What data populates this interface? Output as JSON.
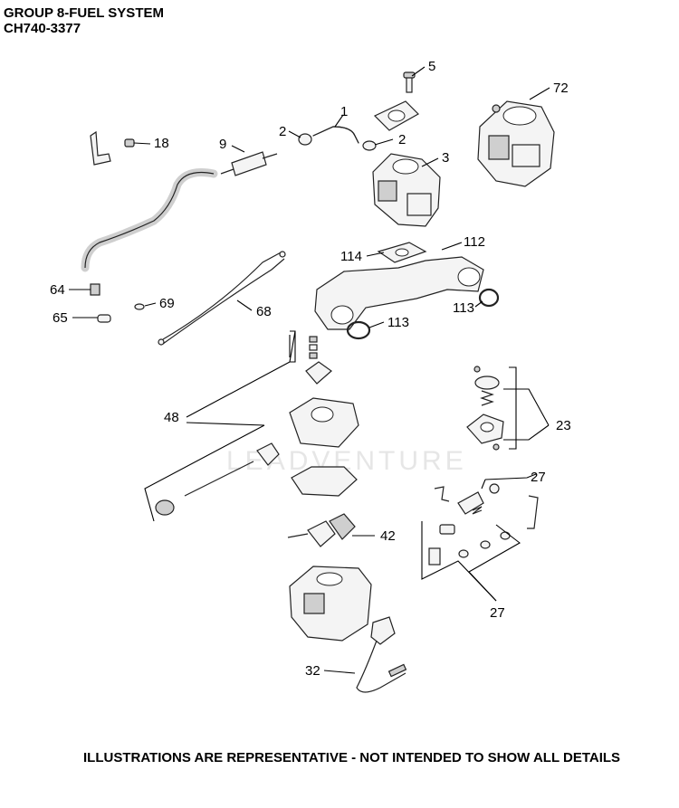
{
  "header": {
    "title": "GROUP 8-FUEL SYSTEM",
    "subtitle": "CH740-3377"
  },
  "watermark": "LEADVENTURE",
  "footer": "ILLUSTRATIONS ARE REPRESENTATIVE - NOT INTENDED TO SHOW ALL DETAILS",
  "callouts": {
    "c5": "5",
    "c72": "72",
    "c1": "1",
    "c2a": "2",
    "c2b": "2",
    "c18": "18",
    "c9": "9",
    "c3": "3",
    "c112": "112",
    "c114": "114",
    "c64": "64",
    "c69": "69",
    "c68": "68",
    "c113a": "113",
    "c113b": "113",
    "c65": "65",
    "c48": "48",
    "c23": "23",
    "c27a": "27",
    "c42": "42",
    "c27b": "27",
    "c32": "32"
  }
}
